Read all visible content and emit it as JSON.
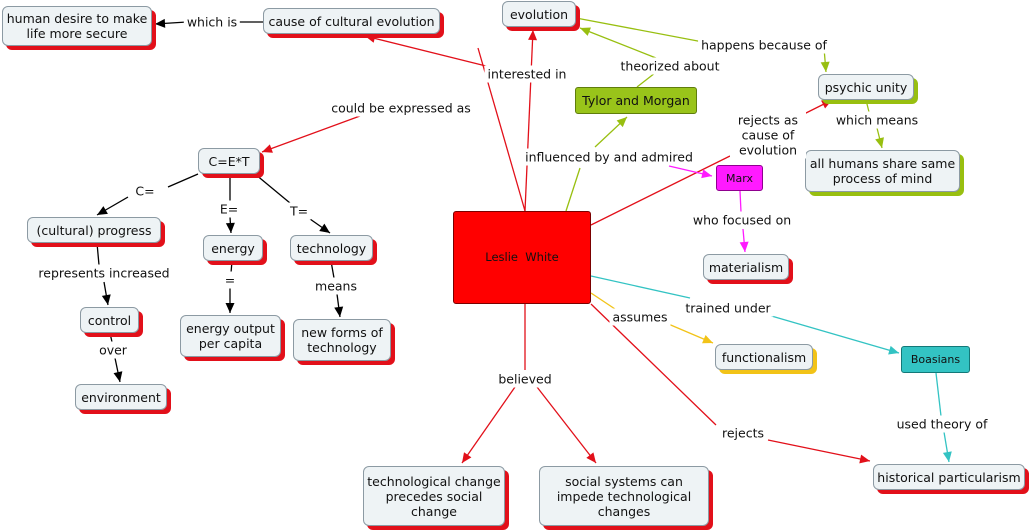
{
  "nodes": {
    "human_desire": "human desire to make life more secure",
    "cause": "cause of cultural evolution",
    "evolution": "evolution",
    "psychic_unity": "psychic unity",
    "tylor_morgan": "Tylor and Morgan",
    "all_humans": "all humans share same process of mind",
    "cet": "C=E*T",
    "progress": "(cultural) progress",
    "energy": "energy",
    "technology": "technology",
    "control": "control",
    "energy_output": "energy output per capita",
    "new_forms": "new forms of technology",
    "environment": "environment",
    "leslie": "Leslie  White",
    "marx": "Marx",
    "materialism": "materialism",
    "functionalism": "functionalism",
    "boasians": "Boasians",
    "tech_change": "technological change precedes social change",
    "social_systems": "social systems can impede technological changes",
    "historical": "historical particularism"
  },
  "links": {
    "which_is": "which is",
    "interested_in": "interested in",
    "could_be": "could be expressed as",
    "theorized": "theorized about",
    "happens": "happens because of",
    "which_means": "which means",
    "rejects_as": "rejects as cause of evolution",
    "influenced": "influenced by and admired",
    "who_focused": "who focused on",
    "c_eq": "C=",
    "e_eq": "E=",
    "t_eq": "T=",
    "represents": "represents increased",
    "eq": "=",
    "means": "means",
    "over": "over",
    "assumes": "assumes",
    "trained": "trained under",
    "used_theory": "used theory of",
    "believed": "believed",
    "rejects": "rejects"
  },
  "colors": {
    "red": "#e2101a",
    "green": "#98bf10",
    "magenta": "#ff1aff",
    "teal": "#33c3c3",
    "yellow": "#f2c318",
    "black": "#000000"
  }
}
